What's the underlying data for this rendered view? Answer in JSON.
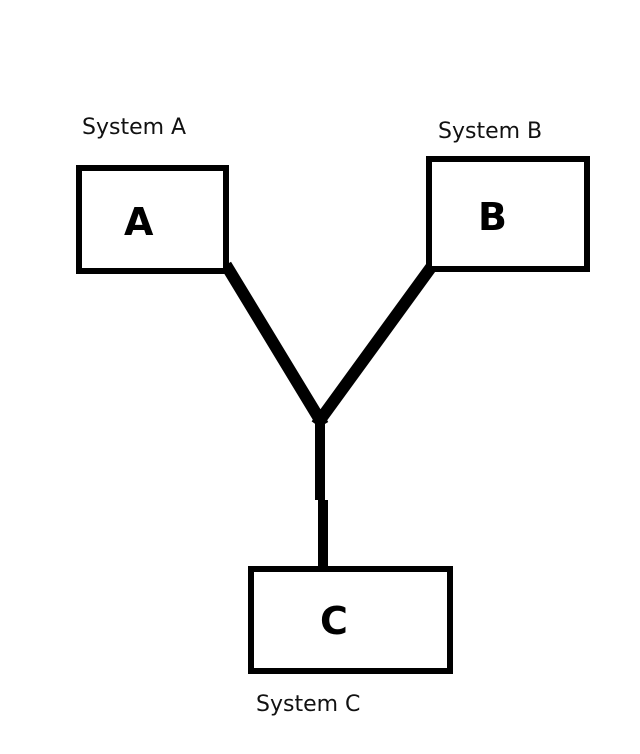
{
  "diagram": {
    "nodes": [
      {
        "id": "A",
        "letter": "A",
        "caption": "System A"
      },
      {
        "id": "B",
        "letter": "B",
        "caption": "System B"
      },
      {
        "id": "C",
        "letter": "C",
        "caption": "System C"
      }
    ],
    "edges": [
      {
        "from": "A",
        "to": "junction"
      },
      {
        "from": "B",
        "to": "junction"
      },
      {
        "from": "junction",
        "to": "C"
      }
    ],
    "colors": {
      "stroke": "#000000",
      "background": "#ffffff",
      "text": "#111111"
    }
  }
}
